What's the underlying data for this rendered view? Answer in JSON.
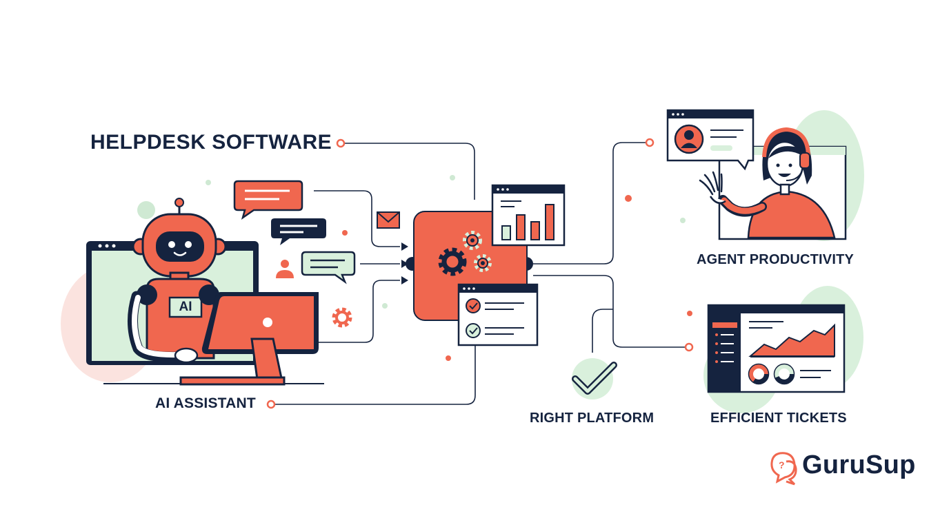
{
  "title": "HELPDESK SOFTWARE",
  "labels": {
    "ai_assistant": "AI ASSISTANT",
    "agent_productivity": "AGENT PRODUCTIVITY",
    "right_platform": "RIGHT PLATFORM",
    "efficient_tickets": "EFFICIENT TICKETS"
  },
  "robot_badge": "AI",
  "brand": {
    "name": "GuruSup"
  },
  "colors": {
    "navy": "#15233f",
    "coral": "#f0674f",
    "mint": "#d9f0dc",
    "pink": "#fbe3df",
    "white": "#ffffff"
  },
  "icons": [
    "robot-icon",
    "computer-icon",
    "chat-icon",
    "envelope-icon",
    "user-icon",
    "gear-icon",
    "bar-chart-icon",
    "checkmark-icon",
    "headset-agent-icon",
    "area-chart-icon",
    "donut-icon",
    "question-bubble-icon"
  ]
}
